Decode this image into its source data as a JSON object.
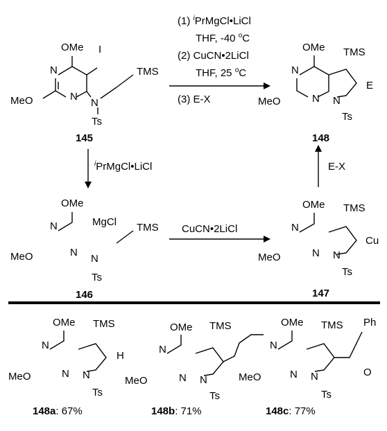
{
  "conditions": {
    "step1_num": "(1) ",
    "step1_sup": "i",
    "step1_rest": "PrMgCl•LiCl",
    "step1_cond_a": "THF, -40 ",
    "step1_cond_b": "o",
    "step1_cond_c": "C",
    "step2": "(2) CuCN•2LiCl",
    "step2_cond_a": "THF, 25 ",
    "step2_cond_b": "o",
    "step2_cond_c": "C",
    "step3": "(3) E-X"
  },
  "arrow_146": {
    "sup": "i",
    "rest": "PrMgCl•LiCl"
  },
  "arrow_147": "CuCN•2LiCl",
  "arrow_148": "E-X",
  "compounds": {
    "c145": {
      "label": "145",
      "OMe": "OMe",
      "I": "I",
      "N": "N",
      "MeO": "MeO",
      "Ts": "Ts",
      "TMS": "TMS"
    },
    "c148": {
      "label": "148",
      "OMe": "OMe",
      "TMS": "TMS",
      "E": "E",
      "N": "N",
      "MeO": "MeO",
      "Ts": "Ts"
    },
    "c146": {
      "label": "146",
      "OMe": "OMe",
      "MgCl": "MgCl",
      "N": "N",
      "MeO": "MeO",
      "Ts": "Ts",
      "TMS": "TMS"
    },
    "c147": {
      "label": "147",
      "OMe": "OMe",
      "TMS": "TMS",
      "Cu": "Cu",
      "N": "N",
      "MeO": "MeO",
      "Ts": "Ts"
    },
    "c148a": {
      "label": "148a",
      "yield": ": 67%",
      "OMe": "OMe",
      "TMS": "TMS",
      "H": "H",
      "N": "N",
      "MeO": "MeO",
      "Ts": "Ts"
    },
    "c148b": {
      "label": "148b",
      "yield": ": 71%",
      "OMe": "OMe",
      "TMS": "TMS",
      "N": "N",
      "MeO": "MeO",
      "Ts": "Ts"
    },
    "c148c": {
      "label": "148c",
      "yield": ": 77%",
      "OMe": "OMe",
      "TMS": "TMS",
      "Ph": "Ph",
      "O": "O",
      "N": "N",
      "MeO": "MeO",
      "Ts": "Ts"
    }
  }
}
